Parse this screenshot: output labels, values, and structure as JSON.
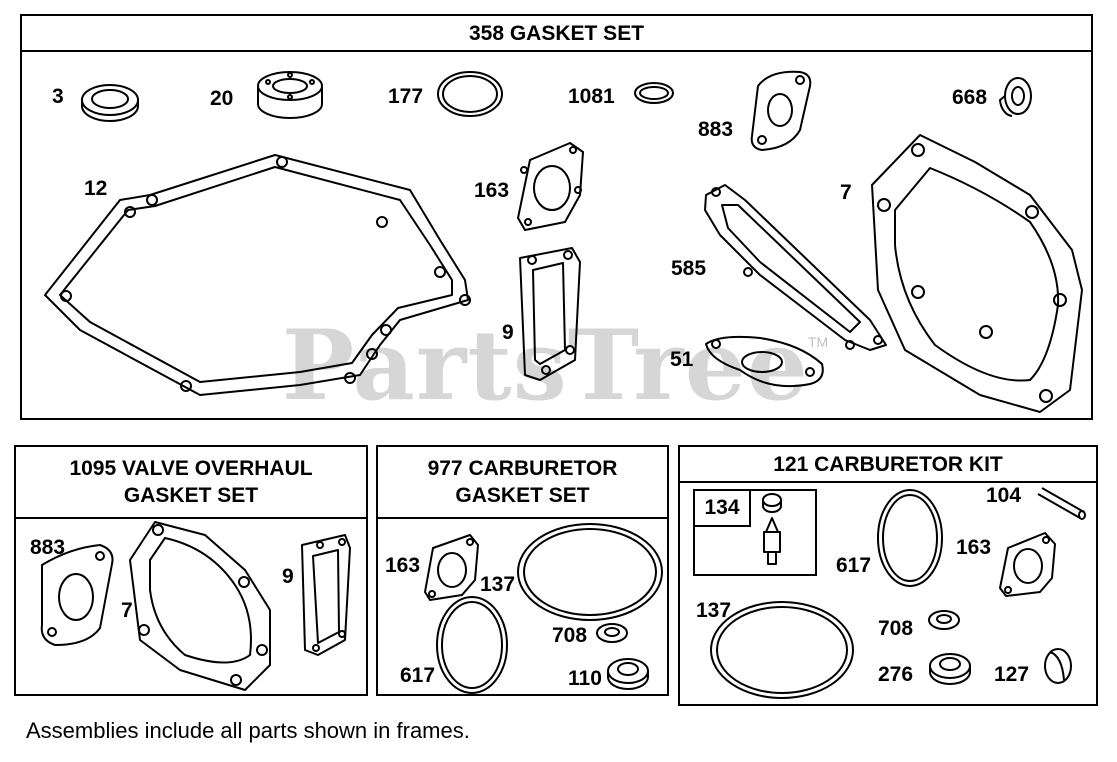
{
  "watermark": {
    "text": "PartsTree",
    "trademark": "TM"
  },
  "frames": {
    "gasket_set": {
      "title": "358 GASKET SET"
    },
    "valve_overhaul": {
      "title_line1": "1095 VALVE OVERHAUL",
      "title_line2": "GASKET SET"
    },
    "carb_gasket": {
      "title_line1": "977 CARBURETOR",
      "title_line2": "GASKET SET"
    },
    "carb_kit": {
      "title": "121 CARBURETOR KIT",
      "inner_title": "134"
    }
  },
  "parts": {
    "gasket_set": [
      "3",
      "20",
      "177",
      "1081",
      "883",
      "668",
      "12",
      "163",
      "7",
      "585",
      "9",
      "51"
    ],
    "valve_overhaul": [
      "883",
      "7",
      "9"
    ],
    "carb_gasket": [
      "163",
      "137",
      "708",
      "617",
      "110"
    ],
    "carb_kit": [
      "104",
      "617",
      "163",
      "137",
      "708",
      "276",
      "127"
    ]
  },
  "footnote": "Assemblies include all parts shown in frames."
}
